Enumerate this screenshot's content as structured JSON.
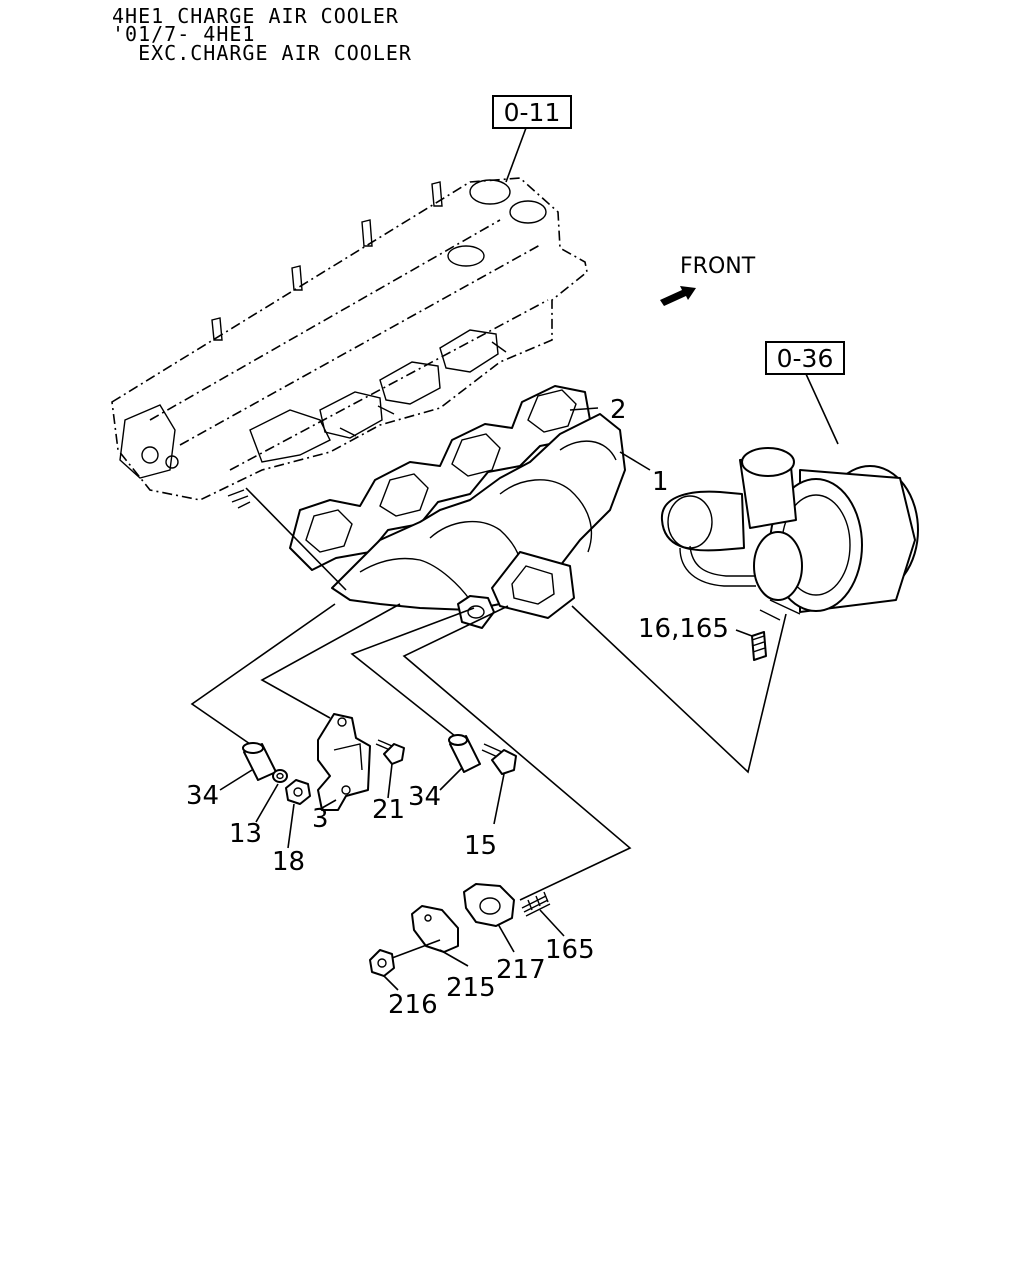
{
  "header": {
    "line1": "4HE1 CHARGE AIR COOLER",
    "line2": "'01/7- 4HE1",
    "line3": "  EXC.CHARGE AIR COOLER"
  },
  "refs": {
    "cylinder_head": "0-11",
    "turbocharger": "0-36"
  },
  "direction": {
    "label": "FRONT",
    "arrow_icon": "front-arrow-icon"
  },
  "parts": {
    "manifold": "1",
    "gasket": "2",
    "bracket": "3",
    "sleeve_left": "34",
    "sleeve_right": "34",
    "washer": "13",
    "nut": "18",
    "bolt_bracket": "21",
    "bolt": "15",
    "stud_turbo": "16,165",
    "stud_flange": "165",
    "nut_flange": "216",
    "cover_plate": "215",
    "flange_gasket": "217"
  }
}
